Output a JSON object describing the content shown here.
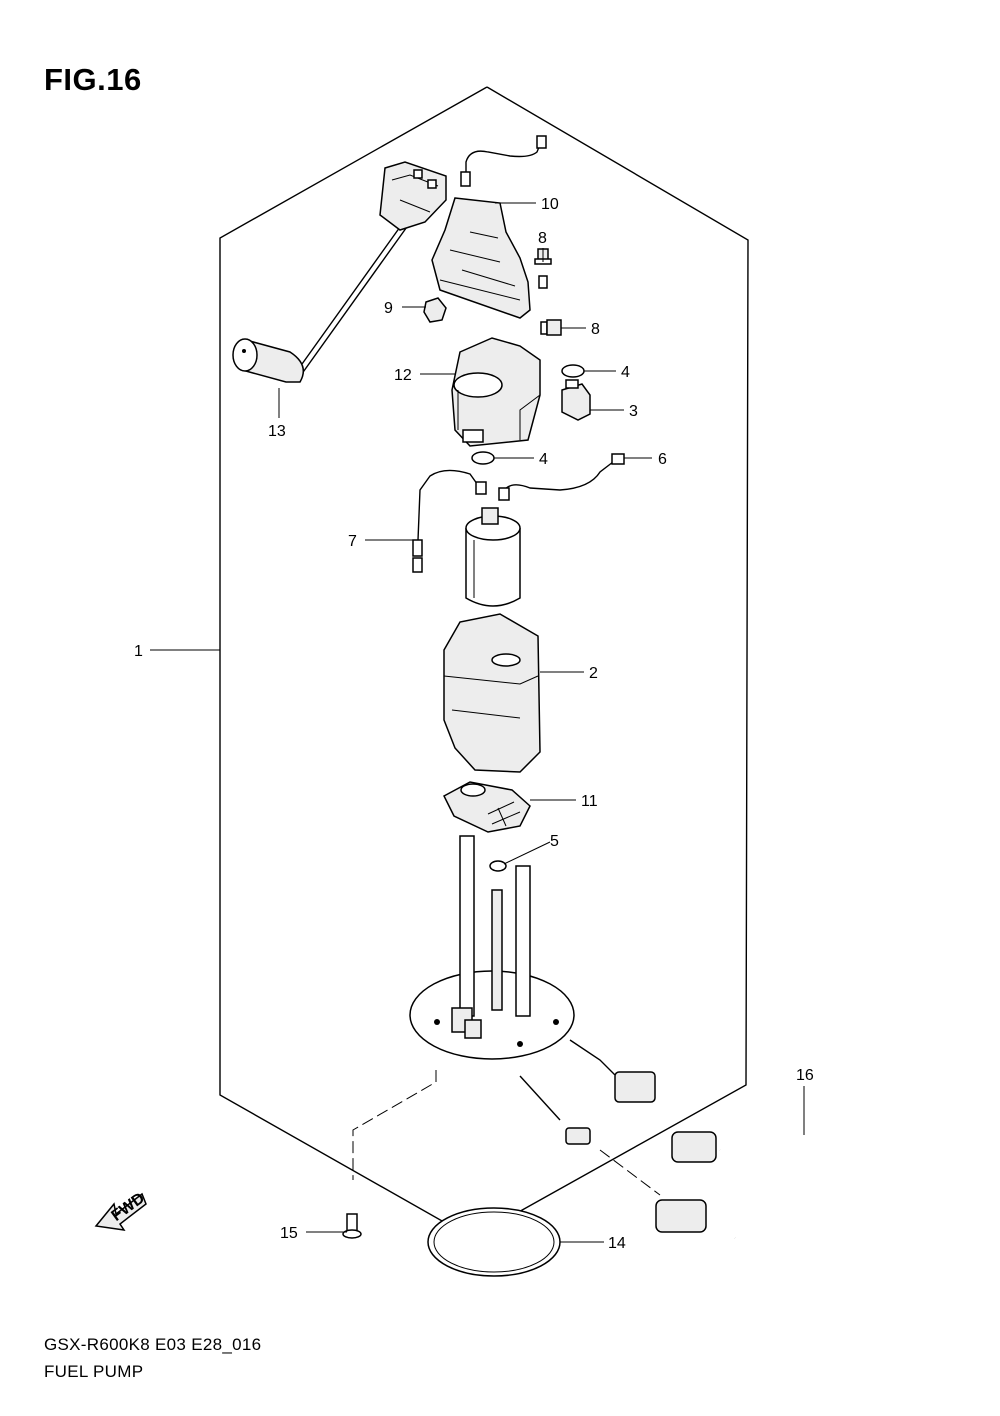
{
  "figure": {
    "title": "FIG.16",
    "footer_code": "GSX-R600K8 E03 E28_016",
    "footer_name": "FUEL PUMP",
    "fwd_label": "FWD"
  },
  "callouts": [
    {
      "id": "c1",
      "label": "1"
    },
    {
      "id": "c2",
      "label": "2"
    },
    {
      "id": "c3",
      "label": "3"
    },
    {
      "id": "c4a",
      "label": "4"
    },
    {
      "id": "c4b",
      "label": "4"
    },
    {
      "id": "c5",
      "label": "5"
    },
    {
      "id": "c6",
      "label": "6"
    },
    {
      "id": "c7",
      "label": "7"
    },
    {
      "id": "c8a",
      "label": "8"
    },
    {
      "id": "c8b",
      "label": "8"
    },
    {
      "id": "c9",
      "label": "9"
    },
    {
      "id": "c10",
      "label": "10"
    },
    {
      "id": "c11",
      "label": "11"
    },
    {
      "id": "c12",
      "label": "12"
    },
    {
      "id": "c13",
      "label": "13"
    },
    {
      "id": "c14",
      "label": "14"
    },
    {
      "id": "c15",
      "label": "15"
    },
    {
      "id": "c16",
      "label": "16"
    }
  ]
}
